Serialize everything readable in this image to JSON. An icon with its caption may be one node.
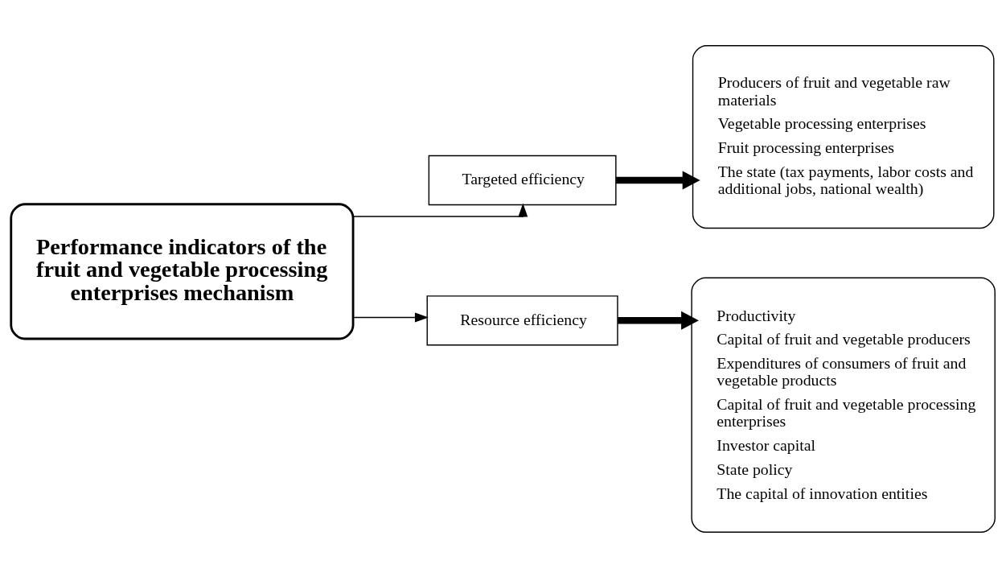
{
  "diagram": {
    "nodes": [
      {
        "text": [
          "Performance indicators of the fruit and vegetable processing enterprises mechanism"
        ]
      },
      {
        "text": [
          "Targeted efficiency"
        ]
      },
      {
        "text": [
          "Resource efficiency"
        ]
      },
      {
        "text": [
          "Producers of fruit and vegetable raw materials",
          "Vegetable processing enterprises",
          "Fruit processing enterprises",
          "The state (tax payments, labor costs and additional jobs, national wealth)"
        ]
      },
      {
        "text": [
          "Productivity",
          "Capital of fruit and vegetable producers",
          "Expenditures of consumers of fruit and vegetable products",
          "Capital of fruit and vegetable processing enterprises",
          "Investor capital",
          "State policy",
          "The capital of innovation entities"
        ]
      }
    ],
    "edges": [
      {
        "from": 0,
        "to": 1,
        "arrow": "to"
      },
      {
        "from": 0,
        "to": 2,
        "arrow": "to"
      },
      {
        "from": 1,
        "to": 3,
        "arrow": "to",
        "style": "thick"
      },
      {
        "from": 2,
        "to": 4,
        "arrow": "to",
        "style": "thick"
      }
    ]
  }
}
